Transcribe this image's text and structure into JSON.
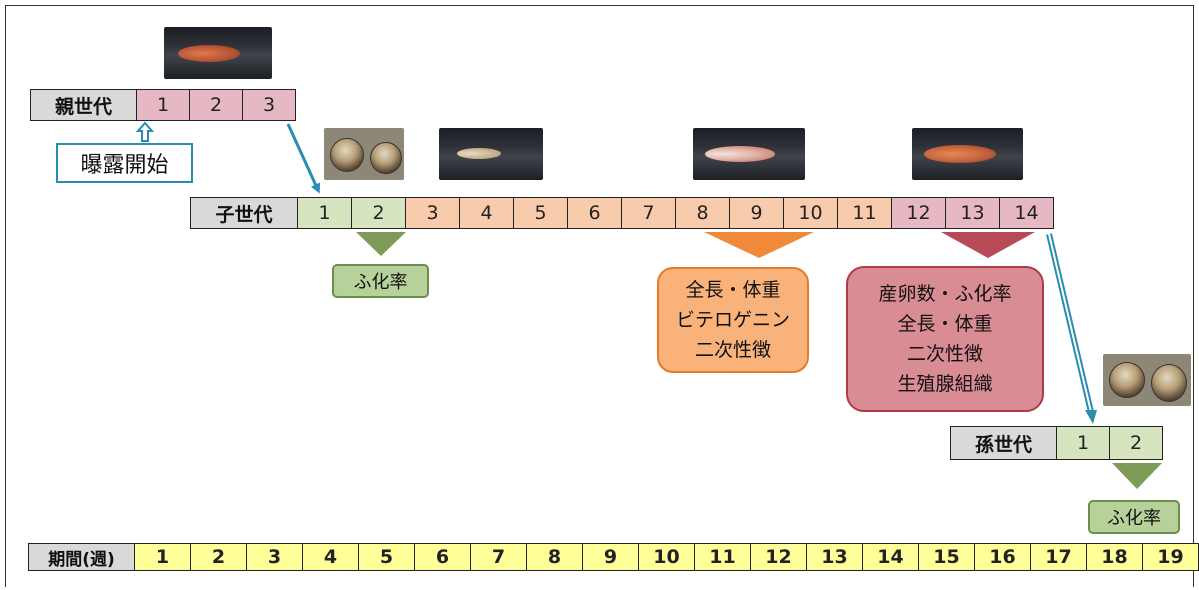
{
  "parent_gen": {
    "label": "親世代",
    "weeks": [
      "1",
      "2",
      "3"
    ]
  },
  "exposure_start": "曝露開始",
  "child_gen": {
    "label": "子世代",
    "weeks": [
      "1",
      "2",
      "3",
      "4",
      "5",
      "6",
      "7",
      "8",
      "9",
      "10",
      "11",
      "12",
      "13",
      "14"
    ]
  },
  "grandchild_gen": {
    "label": "孫世代",
    "weeks": [
      "1",
      "2"
    ]
  },
  "period_row": {
    "label": "期間(週)",
    "weeks": [
      "1",
      "2",
      "3",
      "4",
      "5",
      "6",
      "7",
      "8",
      "9",
      "10",
      "11",
      "12",
      "13",
      "14",
      "15",
      "16",
      "17",
      "18",
      "19"
    ]
  },
  "endpoints": {
    "child_hatch": "ふ化率",
    "child_week8": [
      "全長・体重",
      "ビテロゲニン",
      "二次性徴"
    ],
    "child_week12": [
      "産卵数・ふ化率",
      "全長・体重",
      "二次性徴",
      "生殖腺組織"
    ],
    "grandchild_hatch": "ふ化率"
  },
  "colors": {
    "green": "#d6e5c0",
    "pink": "#e6b8c4",
    "peach": "#f8cbad",
    "yellow": "#ffff99",
    "arrow": "#2b8cb2"
  },
  "photos": [
    "adult-fish-photo",
    "egg-photo",
    "larva-photo",
    "juvenile-fish-photo",
    "adult-fish-photo",
    "egg-photo"
  ]
}
